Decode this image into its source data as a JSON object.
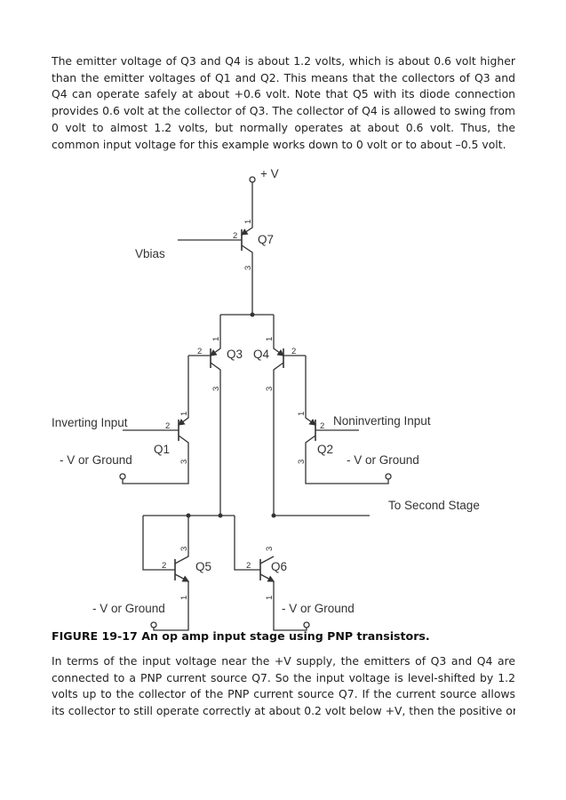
{
  "paragraph_top": [
    "The emitter voltage of Q3 and Q4 is about 1.2 volts, which is about 0.6 volt higher",
    "than the emitter voltages of Q1 and Q2. This means that the collectors of Q3 and",
    "Q4 can operate safely at about +0.6 volt. Note that Q5 with its diode connection",
    "provides 0.6 volt at the collector of Q3. The collector of Q4 is allowed to swing from",
    "0 volt to almost 1.2 volts, but normally operates at about 0.6 volt. Thus, the",
    "common input voltage for this example works down to 0 volt or to about –0.5 volt."
  ],
  "figure": {
    "caption": "FIGURE 19-17 An op amp input stage using PNP transistors.",
    "labels": {
      "supply": "+ V",
      "vbias": "Vbias",
      "inverting": "Inverting Input",
      "noninverting": "Noninverting Input",
      "ground_q1": "- V or Ground",
      "ground_q2": "- V or Ground",
      "ground_q5": "- V or Ground",
      "ground_q6": "- V or Ground",
      "output": "To Second Stage"
    },
    "transistors": {
      "q1": {
        "name": "Q1",
        "emitter": "1",
        "base": "2",
        "collector": "3"
      },
      "q2": {
        "name": "Q2",
        "emitter": "1",
        "base": "2",
        "collector": "3"
      },
      "q3": {
        "name": "Q3",
        "emitter": "1",
        "base": "2",
        "collector": "3"
      },
      "q4": {
        "name": "Q4",
        "emitter": "1",
        "base": "2",
        "collector": "3"
      },
      "q5": {
        "name": "Q5",
        "emitter": "1",
        "base": "2",
        "collector": "3"
      },
      "q6": {
        "name": "Q6",
        "emitter": "1",
        "base": "2",
        "collector": "3"
      },
      "q7": {
        "name": "Q7",
        "emitter": "1",
        "base": "2",
        "collector": "3"
      }
    }
  },
  "paragraph_bottom": [
    "In terms of the input voltage near the +V supply, the emitters of Q3 and Q4 are",
    "connected to a PNP current source Q7. So the input voltage is level-shifted by 1.2",
    "volts up to the collector of the PNP current source Q7. If the current source allows",
    "its collector to still operate correctly at about 0.2 volt below +V, then the positive or"
  ]
}
